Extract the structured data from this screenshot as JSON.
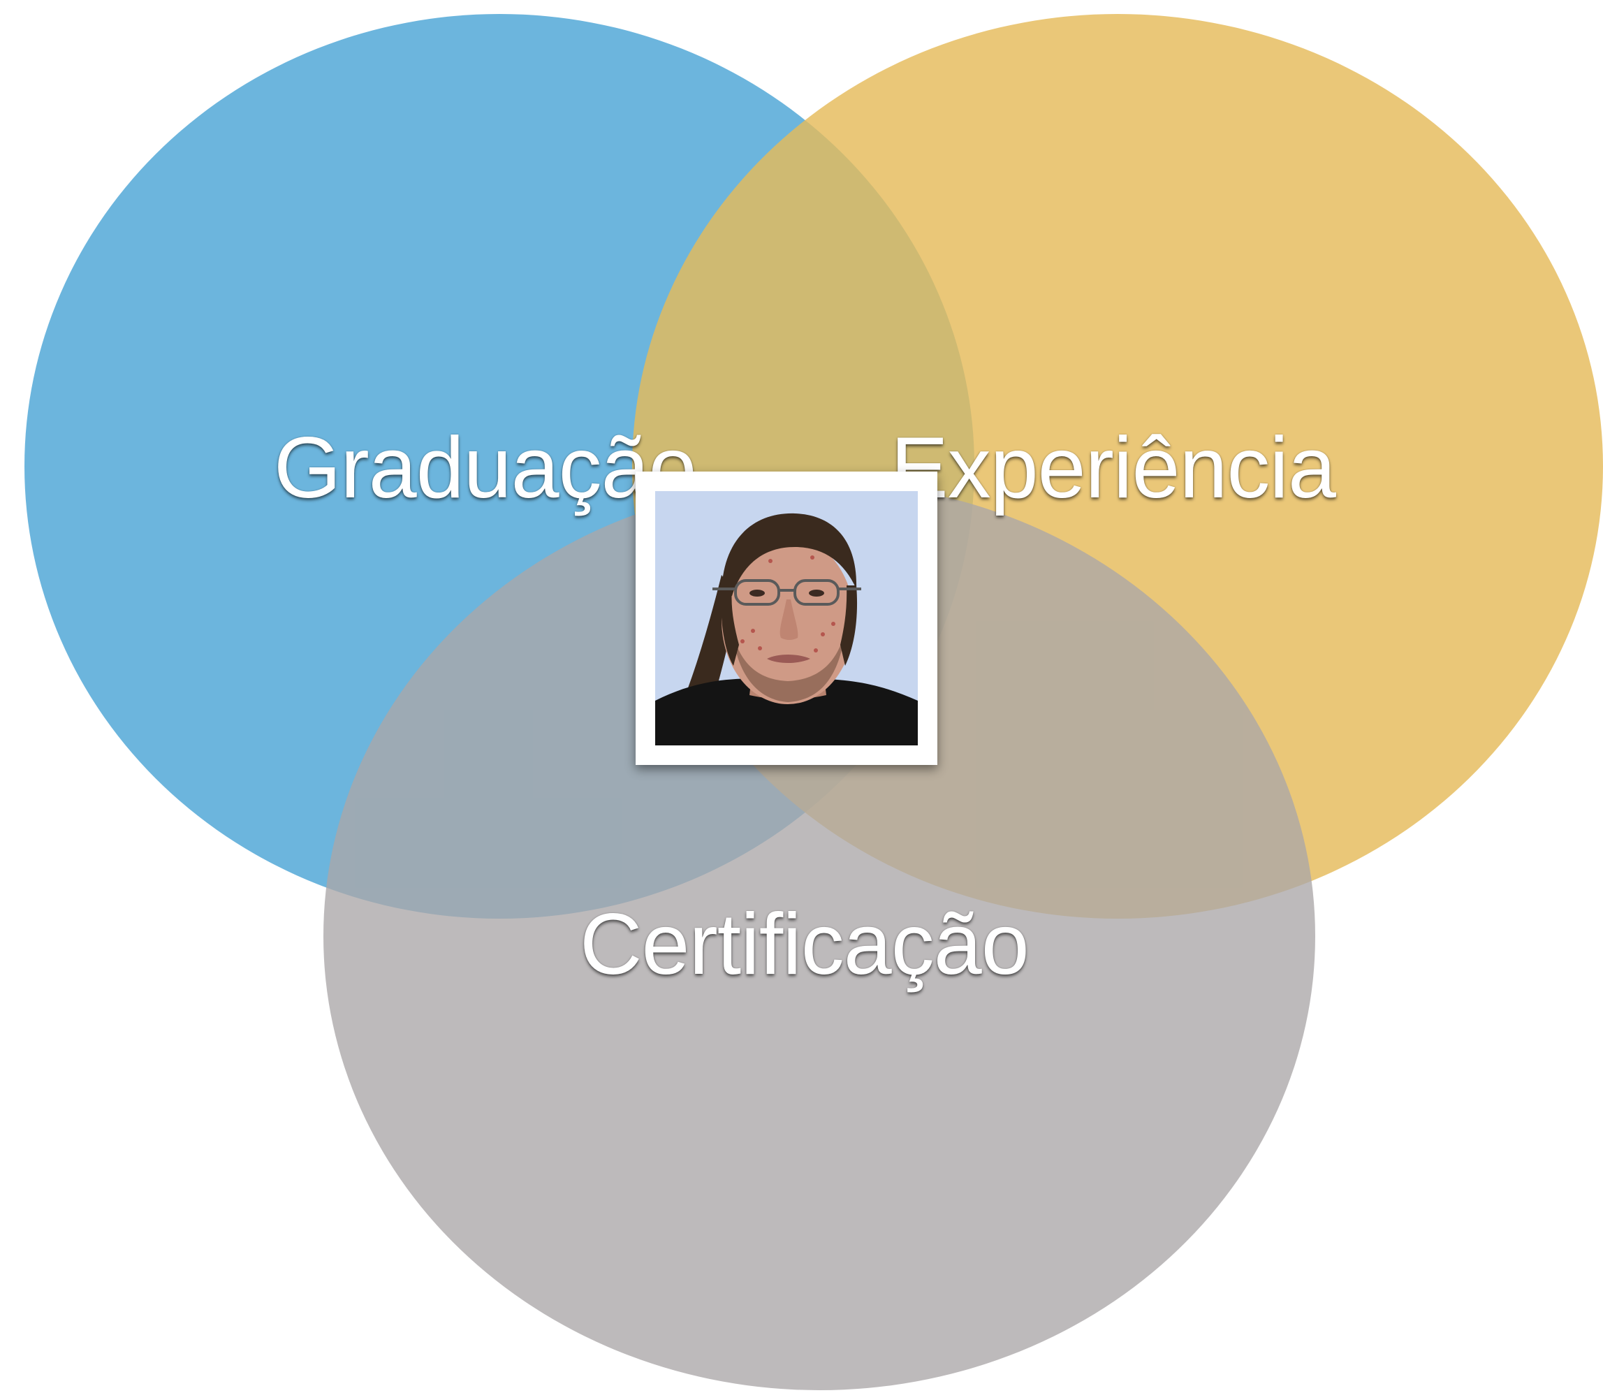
{
  "diagram": {
    "sets": [
      {
        "label": "Graduação",
        "color": "#5FAFDA"
      },
      {
        "label": "Experiência",
        "color": "#E5BB5A"
      },
      {
        "label": "Certificação",
        "color": "#AAA7A8"
      }
    ],
    "center_image": "portrait-photo"
  }
}
